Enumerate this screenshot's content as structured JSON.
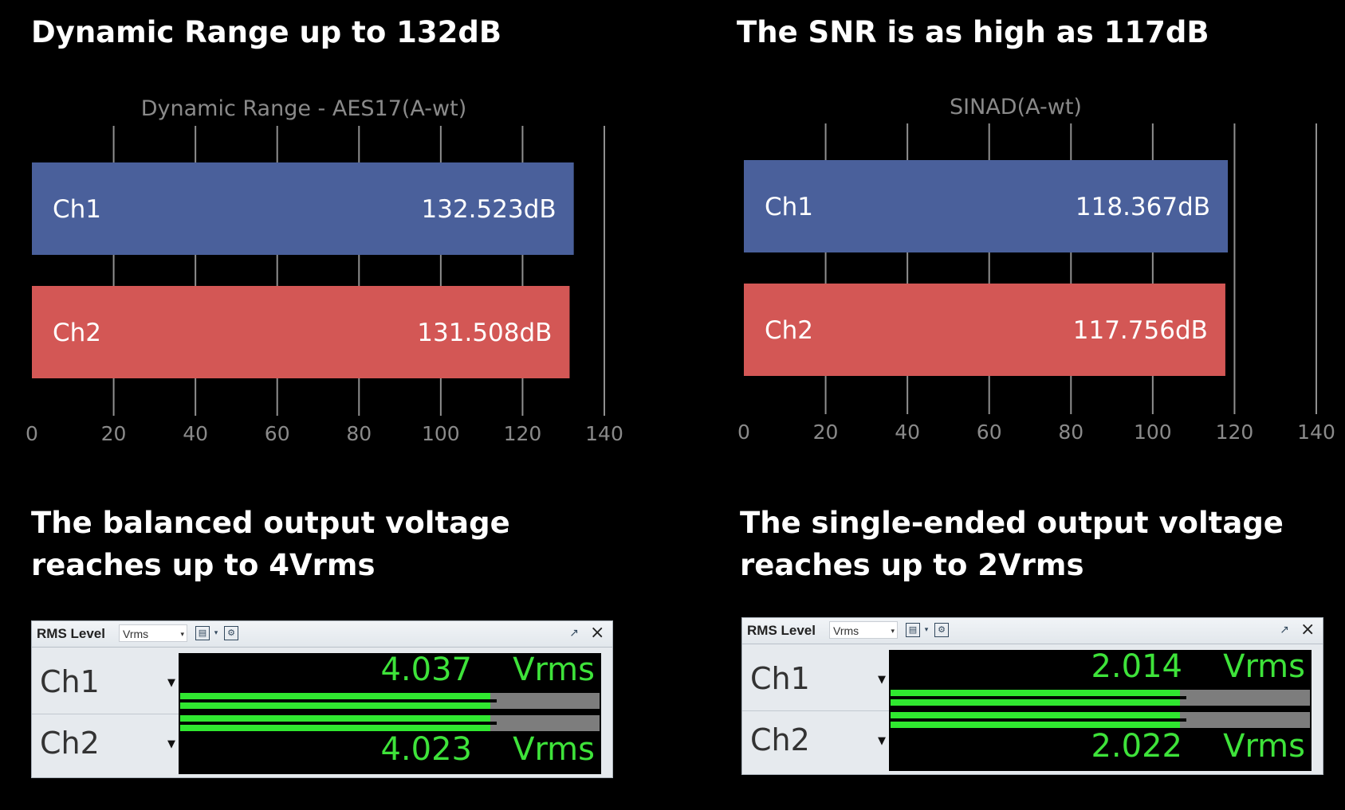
{
  "headings": {
    "dynamic_range": "Dynamic Range up to 132dB",
    "snr": "The SNR is as high as 117dB",
    "balanced_line1": "The balanced output voltage",
    "balanced_line2": "reaches up to 4Vrms",
    "single_line1": "The single-ended output voltage",
    "single_line2": "reaches up to 2Vrms"
  },
  "chart_data": [
    {
      "type": "bar",
      "orientation": "horizontal",
      "title": "Dynamic Range - AES17(A-wt)",
      "categories": [
        "Ch1",
        "Ch2"
      ],
      "values": [
        132.523,
        131.508
      ],
      "value_labels": [
        "132.523dB",
        "131.508dB"
      ],
      "xlim": [
        0,
        140
      ],
      "ticks": [
        0,
        20,
        40,
        60,
        80,
        100,
        120,
        140
      ],
      "grid": true,
      "colors": [
        "#4a609b",
        "#d35755"
      ]
    },
    {
      "type": "bar",
      "orientation": "horizontal",
      "title": "SINAD(A-wt)",
      "categories": [
        "Ch1",
        "Ch2"
      ],
      "values": [
        118.367,
        117.756
      ],
      "value_labels": [
        "118.367dB",
        "117.756dB"
      ],
      "xlim": [
        0,
        140
      ],
      "ticks": [
        0,
        20,
        40,
        60,
        80,
        100,
        120,
        140
      ],
      "grid": true,
      "colors": [
        "#4a609b",
        "#d35755"
      ]
    }
  ],
  "meters": [
    {
      "label": "RMS Level",
      "unit_select": "Vrms",
      "channels": [
        {
          "name": "Ch1",
          "value": "4.037",
          "unit": "Vrms",
          "fill": 0.74
        },
        {
          "name": "Ch2",
          "value": "4.023",
          "unit": "Vrms",
          "fill": 0.74
        }
      ]
    },
    {
      "label": "RMS Level",
      "unit_select": "Vrms",
      "channels": [
        {
          "name": "Ch1",
          "value": "2.014",
          "unit": "Vrms",
          "fill": 0.69
        },
        {
          "name": "Ch2",
          "value": "2.022",
          "unit": "Vrms",
          "fill": 0.69
        }
      ]
    }
  ],
  "colors": {
    "background": "#000000",
    "ch1": "#4a609b",
    "ch2": "#d35755",
    "meter_green": "#30e830"
  }
}
